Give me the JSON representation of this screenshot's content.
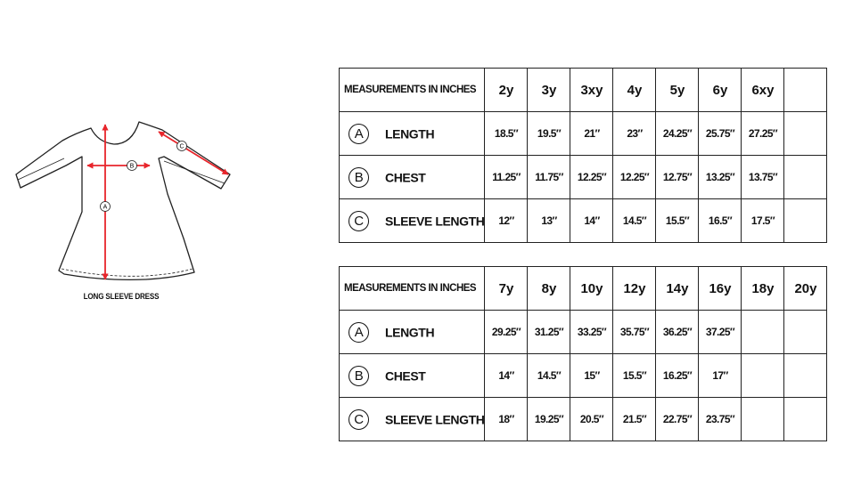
{
  "caption": "LONG SLEEVE DRESS",
  "diagram_markers": [
    "A",
    "B",
    "C"
  ],
  "colors": {
    "arrow": "#e8252b",
    "line": "#222222"
  },
  "tables": [
    {
      "header_label": "MEASUREMENTS IN INCHES",
      "sizes": [
        "2y",
        "3y",
        "3xy",
        "4y",
        "5y",
        "6y",
        "6xy",
        ""
      ],
      "rows": [
        {
          "marker": "A",
          "label": "LENGTH",
          "values": [
            "18.5″",
            "19.5″",
            "21″",
            "23″",
            "24.25″",
            "25.75″",
            "27.25″",
            ""
          ]
        },
        {
          "marker": "B",
          "label": "CHEST",
          "values": [
            "11.25″",
            "11.75″",
            "12.25″",
            "12.25″",
            "12.75″",
            "13.25″",
            "13.75″",
            ""
          ]
        },
        {
          "marker": "C",
          "label": "SLEEVE LENGTH",
          "values": [
            "12″",
            "13″",
            "14″",
            "14.5″",
            "15.5″",
            "16.5″",
            "17.5″",
            ""
          ]
        }
      ]
    },
    {
      "header_label": "MEASUREMENTS IN INCHES",
      "sizes": [
        "7y",
        "8y",
        "10y",
        "12y",
        "14y",
        "16y",
        "18y",
        "20y"
      ],
      "rows": [
        {
          "marker": "A",
          "label": "LENGTH",
          "values": [
            "29.25″",
            "31.25″",
            "33.25″",
            "35.75″",
            "36.25″",
            "37.25″",
            "",
            ""
          ]
        },
        {
          "marker": "B",
          "label": "CHEST",
          "values": [
            "14″",
            "14.5″",
            "15″",
            "15.5″",
            "16.25″",
            "17″",
            "",
            ""
          ]
        },
        {
          "marker": "C",
          "label": "SLEEVE LENGTH",
          "values": [
            "18″",
            "19.25″",
            "20.5″",
            "21.5″",
            "22.75″",
            "23.75″",
            "",
            ""
          ]
        }
      ]
    }
  ]
}
